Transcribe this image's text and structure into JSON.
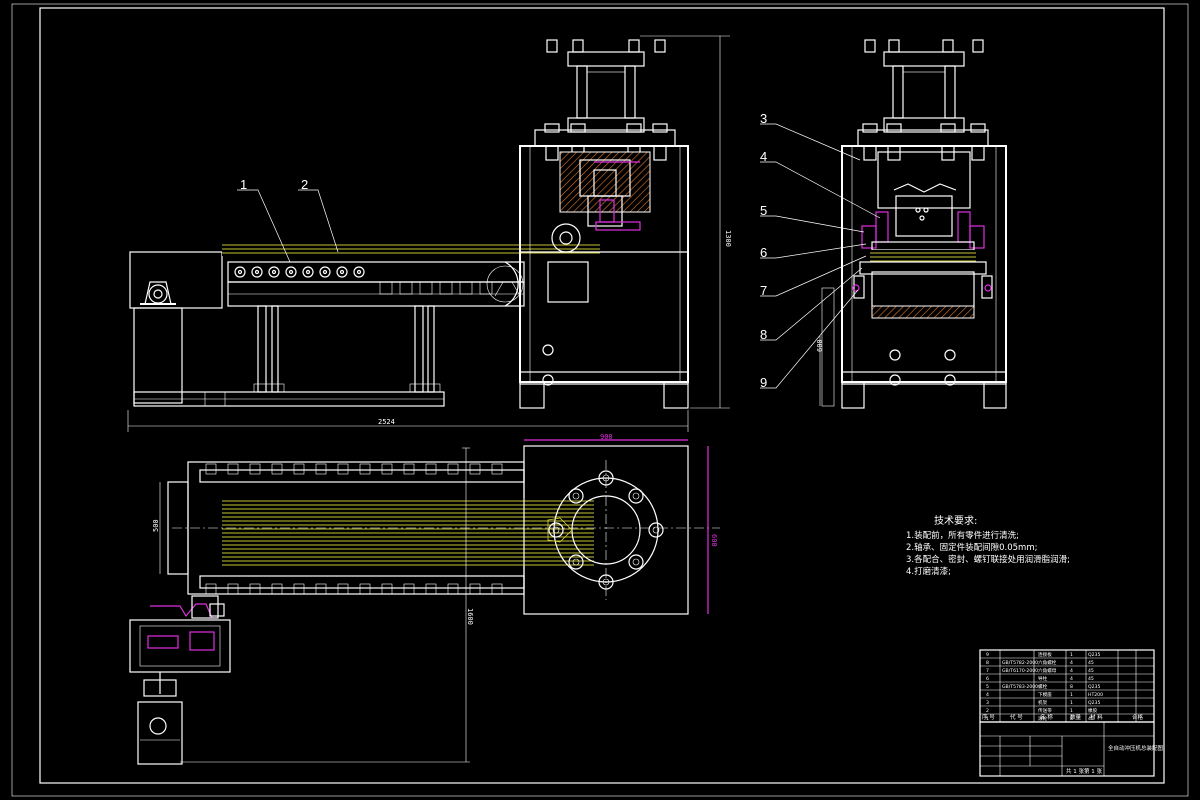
{
  "part_labels": [
    "1",
    "2",
    "3",
    "4",
    "5",
    "6",
    "7",
    "8",
    "9"
  ],
  "dimensions": {
    "total_length": "2524",
    "total_height": "1300",
    "plate_width": "900",
    "plate_height": "600",
    "belt_width": "500",
    "machine_width": "1600",
    "side_height": "600"
  },
  "technical_requirements": {
    "title": "技术要求:",
    "items": [
      "1.装配前，所有零件进行清洗;",
      "2.轴承、固定件装配间隙0.05mm;",
      "3.各配合、密封、螺钉联接处用润滑脂润滑;",
      "4.打磨清漆;"
    ]
  },
  "title_block": {
    "drawing_title": "全自动冲压机总装配图",
    "material": "合格",
    "bom_header": [
      "序 号",
      "代 号",
      "名 称",
      "数量",
      "材 料"
    ],
    "sheet_info": [
      "共 1 张",
      "第 1 张"
    ],
    "bom_rows": [
      {
        "no": "9",
        "code": "",
        "name": "连接板",
        "qty": "1",
        "mat": "Q235"
      },
      {
        "no": "8",
        "code": "GB/T5782-2000",
        "name": "六角螺栓",
        "qty": "4",
        "mat": "45"
      },
      {
        "no": "7",
        "code": "GB/T6170-2000",
        "name": "六角螺母",
        "qty": "4",
        "mat": "45"
      },
      {
        "no": "6",
        "code": "",
        "name": "导柱",
        "qty": "4",
        "mat": "45"
      },
      {
        "no": "5",
        "code": "GB/T5783-2000",
        "name": "螺栓",
        "qty": "8",
        "mat": "Q235"
      },
      {
        "no": "4",
        "code": "",
        "name": "下模座",
        "qty": "1",
        "mat": "HT200"
      },
      {
        "no": "3",
        "code": "",
        "name": "机架",
        "qty": "1",
        "mat": "Q235"
      },
      {
        "no": "2",
        "code": "",
        "name": "传送带",
        "qty": "1",
        "mat": "橡胶"
      },
      {
        "no": "1",
        "code": "",
        "name": "滚轮",
        "qty": "8",
        "mat": "45"
      }
    ]
  },
  "colors": {
    "background": "#000000",
    "line": "#ffffff",
    "highlight": "#e030e0",
    "hatch": "#d8d83a",
    "centerline": "#9a9a9a"
  }
}
